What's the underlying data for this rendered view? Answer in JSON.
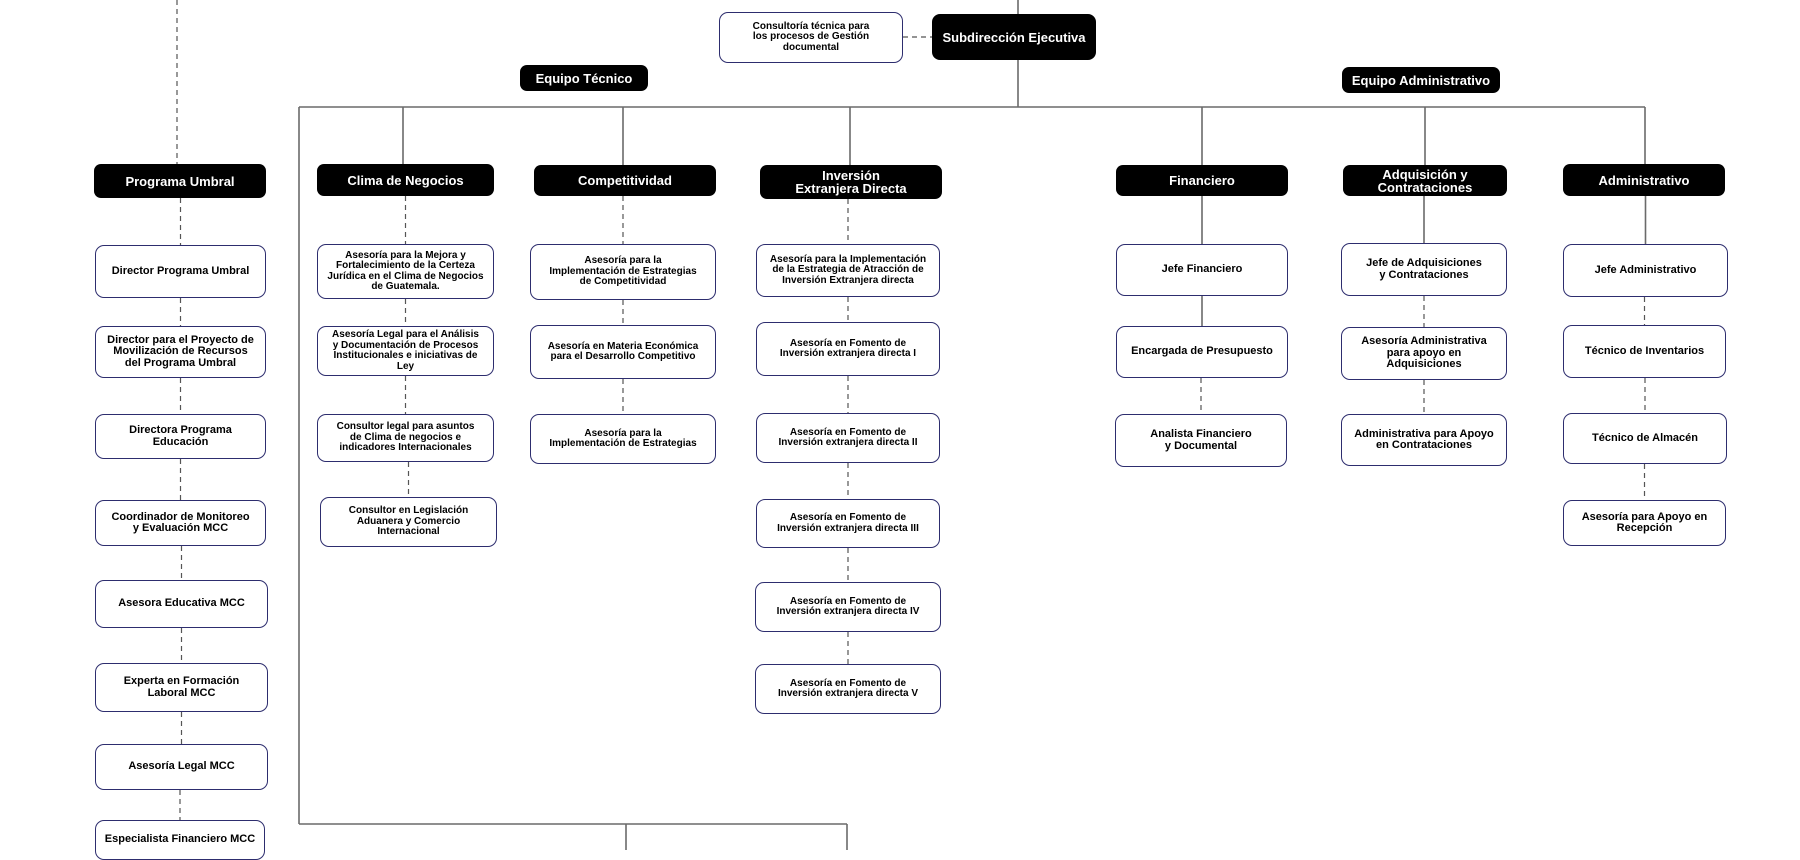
{
  "top": {
    "subdireccion": "Subdirección Ejecutiva",
    "consultoria": "Consultoría técnica para\nlos procesos de Gestión\ndocumental",
    "equipo_tecnico": "Equipo Técnico",
    "equipo_administrativo": "Equipo Administrativo"
  },
  "columns": [
    {
      "header": "Programa Umbral",
      "items": [
        "Director Programa  Umbral",
        "Director para el Proyecto de\nMovilización de Recursos\ndel Programa Umbral",
        "Directora Programa Educación",
        "Coordinador de Monitoreo\ny Evaluación MCC",
        "Asesora Educativa MCC",
        "Experta en Formación\nLaboral MCC",
        "Asesoría  Legal MCC",
        "Especialista Financiero MCC"
      ]
    },
    {
      "header": "Clima de Negocios",
      "items": [
        "Asesoría para la Mejora y\nFortalecimiento de la Certeza\nJurídica en el Clima de Negocios\nde Guatemala.",
        "Asesoría Legal para el Análisis\ny Documentación de Procesos\nInstitucionales e iniciativas de Ley",
        "Consultor legal para asuntos\nde Clima de negocios e\nindicadores Internacionales",
        "Consultor en Legislación\nAduanera y Comercio\nInternacional"
      ]
    },
    {
      "header": "Competitividad",
      "items": [
        "Asesoría para la\nImplementación de Estrategias\nde Competitividad",
        "Asesoría en Materia Económica\npara el Desarrollo Competitivo",
        "Asesoría para la\nImplementación de Estrategias"
      ]
    },
    {
      "header": "Inversión\nExtranjera Directa",
      "items": [
        "Asesoría para la Implementación\nde la Estrategia de Atracción de\nInversión Extranjera directa",
        "Asesoría en Fomento de\nInversión extranjera directa I",
        "Asesoría en Fomento de\nInversión extranjera directa II",
        "Asesoría en Fomento de\nInversión extranjera directa III",
        "Asesoría en Fomento de\nInversión extranjera directa IV",
        "Asesoría en Fomento de\nInversión extranjera directa V"
      ]
    },
    {
      "header": "Financiero",
      "items": [
        "Jefe Financiero",
        "Encargada de Presupuesto",
        "Analista Financiero\ny Documental"
      ]
    },
    {
      "header": "Adquisición y\nContrataciones",
      "items": [
        "Jefe de Adquisiciones\ny Contrataciones",
        "Asesoría Administrativa\npara apoyo en Adquisiciones",
        "Administrativa para Apoyo\nen Contrataciones"
      ]
    },
    {
      "header": "Administrativo",
      "items": [
        "Jefe Administrativo",
        "Técnico de Inventarios",
        "Técnico de Almacén",
        "Asesoría para Apoyo en\nRecepción"
      ]
    }
  ]
}
